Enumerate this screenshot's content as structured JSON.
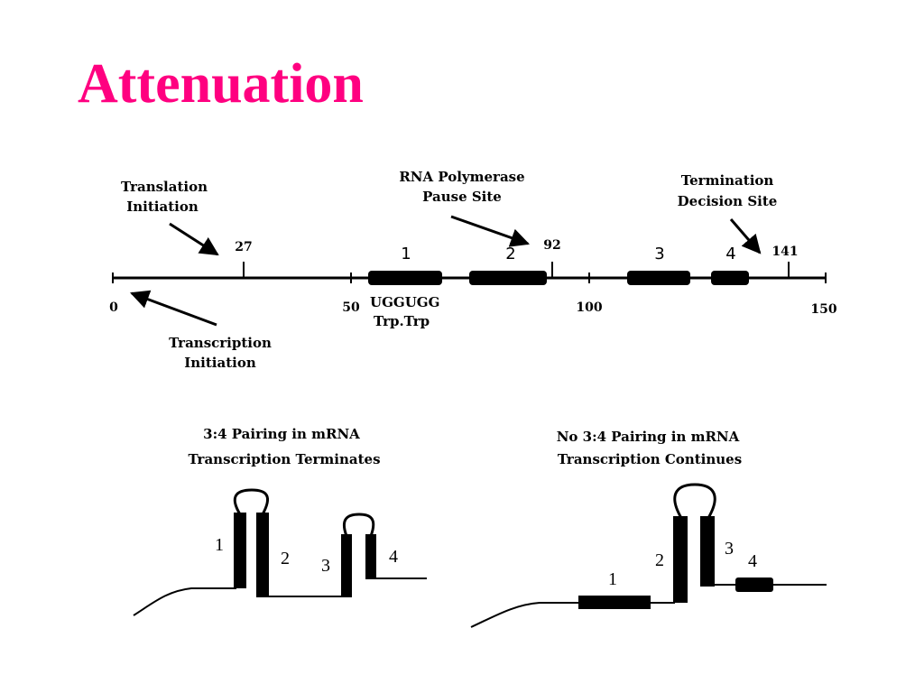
{
  "title": "Attenuation",
  "map": {
    "translation_initiation": [
      "Translation",
      "Initiation"
    ],
    "pause_site": [
      "RNA Polymerase",
      "Pause Site"
    ],
    "termination_decision": [
      "Termination",
      "Decision Site"
    ],
    "transcription_initiation": [
      "Transcription",
      "Initiation"
    ],
    "scale_ticks": [
      "0",
      "50",
      "100",
      "150"
    ],
    "position_marks": [
      "27",
      "92",
      "141"
    ],
    "regions": [
      "1",
      "2",
      "3",
      "4"
    ],
    "codons": [
      "UGGUGG",
      "Trp.Trp"
    ]
  },
  "left_panel": {
    "heading": [
      "3:4 Pairing in mRNA",
      "Transcription Terminates"
    ],
    "stems": [
      "1",
      "2",
      "3",
      "4"
    ]
  },
  "right_panel": {
    "heading": [
      "No 3:4 Pairing in mRNA",
      "Transcription Continues"
    ],
    "stems": [
      "1",
      "2",
      "3",
      "4"
    ]
  }
}
